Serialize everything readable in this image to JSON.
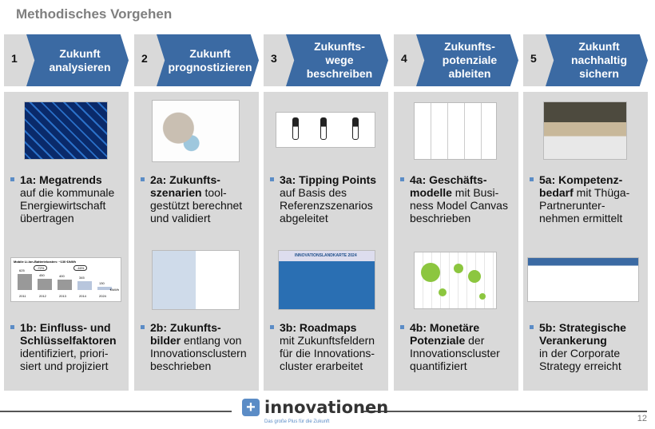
{
  "title": "Methodisches Vorgehen",
  "steps": [
    {
      "num": "1",
      "label": "Zukunft\nanalysieren",
      "a": {
        "bold": "1a: Megatrends",
        "rest": "\nauf die kommunale\nEnergiewirtschaft\nübertragen"
      },
      "b": {
        "bold": "1b: Einfluss- und\nSchlüsselfaktoren",
        "rest": "\nidentifiziert, priori-\nsiert und projiziert"
      },
      "chart": {
        "title": "Mobile Li-Ion-Batteriekosten: ~130 €/kWh",
        "years": [
          "2011",
          "2012",
          "2013",
          "2014",
          "2024"
        ],
        "values": [
          "625",
          "450",
          "400",
          "345",
          "130"
        ],
        "badges": [
          "-72%",
          "-16%"
        ],
        "unit": "€/kWh"
      }
    },
    {
      "num": "2",
      "label": "Zukunft\nprognostizieren",
      "a": {
        "bold": "2a: Zukunfts-\nszenarien",
        "rest": " tool-\ngestützt berechnet\nund validiert"
      },
      "b": {
        "bold": "2b: Zukunfts-\nbilder",
        "rest": " entlang von\nInnovationsclustern\nbeschrieben"
      }
    },
    {
      "num": "3",
      "label": "Zukunfts-\nwege\nbeschreiben",
      "a": {
        "bold": "3a: Tipping Points",
        "rest": "\nauf Basis des\nReferenzszenarios\nabgeleitet"
      },
      "b": {
        "bold": "3b: Roadmaps",
        "rest": "\nmit Zukunftsfeldern\nfür die Innovations-\ncluster erarbeitet"
      },
      "map_title": "INNOVATIONSLANDKARTE 2024"
    },
    {
      "num": "4",
      "label": "Zukunfts-\npotenziale\nableiten",
      "a": {
        "bold": "4a: Geschäfts-\nmodelle",
        "rest": " mit Busi-\nness Model Canvas\nbeschrieben"
      },
      "b": {
        "bold": "4b: Monetäre\nPotenziale",
        "rest": " der\nInnovationscluster\nquantifiziert"
      }
    },
    {
      "num": "5",
      "label": "Zukunft\nnachhaltig\nsichern",
      "a": {
        "bold": "5a: Kompetenz-\nbedarf",
        "rest": " mit Thüga-\nPartnerunter-\nnehmen ermittelt"
      },
      "b": {
        "bold": "5b: Strategische\nVerankerung",
        "rest": "\nin der Corporate\nStrategy erreicht"
      }
    }
  ],
  "footer": {
    "brand": "innovationen",
    "plus": "+",
    "slogan": "Das große Plus für die Zukunft",
    "page": "12"
  },
  "colors": {
    "accent": "#3b6aa3",
    "panel": "#d9d9d9",
    "bullet": "#5b8cc6"
  }
}
